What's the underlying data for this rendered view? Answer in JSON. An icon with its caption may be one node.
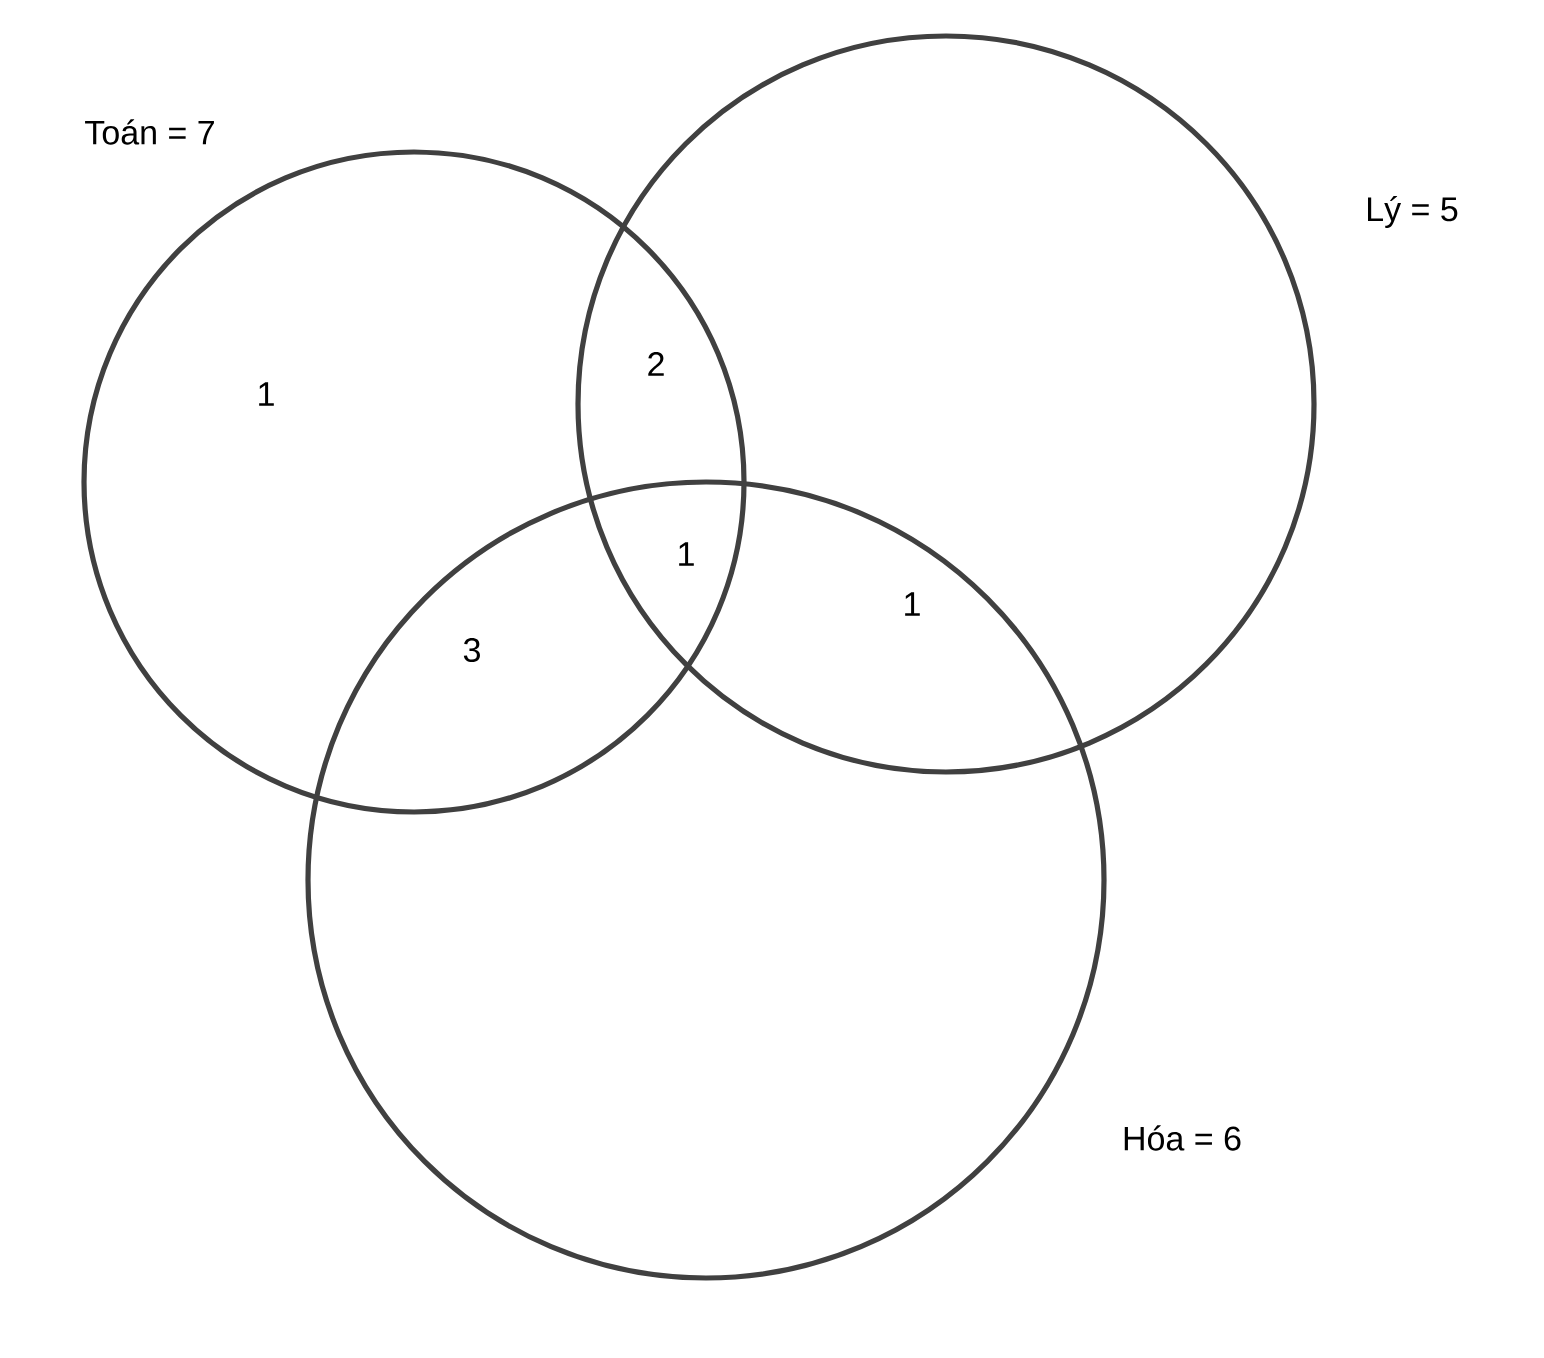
{
  "diagram": {
    "nodes": [
      {
        "text": [
          "Toán = 7"
        ]
      },
      {
        "text": [
          "Lý = 5"
        ]
      },
      {
        "text": [
          "Hóa = 6"
        ]
      }
    ],
    "labels": [
      "2",
      "1",
      "1",
      "1",
      "3"
    ]
  }
}
